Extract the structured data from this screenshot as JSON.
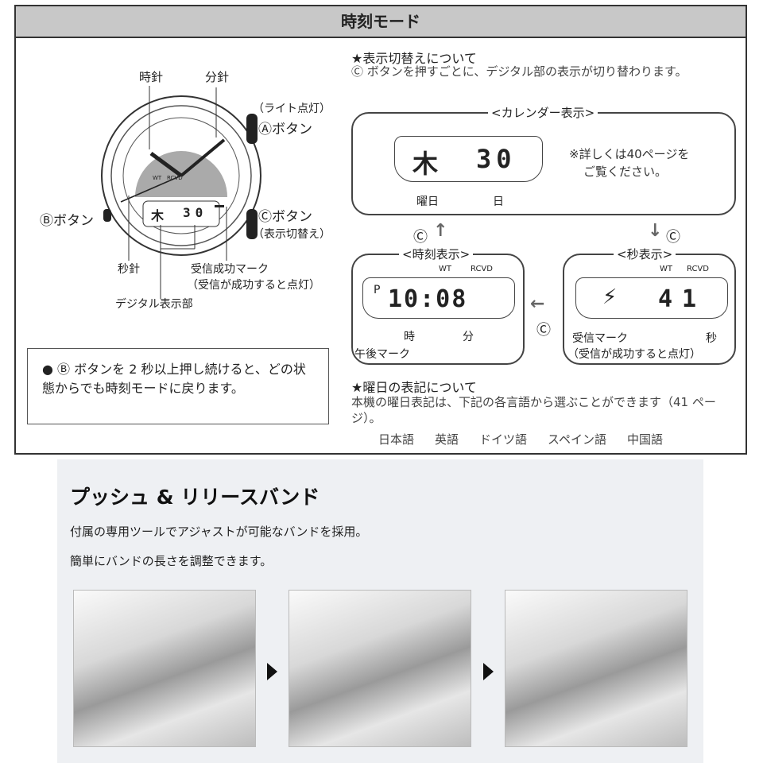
{
  "manual": {
    "title": "時刻モード",
    "watch_labels": {
      "hour_hand": "時針",
      "minute_hand": "分針",
      "light": "（ライト点灯）",
      "a_button": "Ⓐボタン",
      "b_button": "Ⓑボタン",
      "c_button": "Ⓒボタン",
      "c_sub": "（表示切替え）",
      "second_hand": "秒針",
      "rcvd_mark": "受信成功マーク",
      "rcvd_sub": "（受信が成功すると点灯）",
      "digital": "デジタル表示部",
      "lcd_day": "木",
      "lcd_date": "30",
      "wt": "WT",
      "rcvd": "RCVD"
    },
    "note": "● Ⓑ ボタンを 2 秒以上押し続けると、どの状態からでも時刻モードに戻ります。",
    "switch": {
      "heading": "★表示切替えについて",
      "text": "Ⓒ ボタンを押すごとに、デジタル部の表示が切り替わります。"
    },
    "calendar": {
      "title": "<カレンダー表示>",
      "day": "木",
      "date": "30",
      "label_day": "曜日",
      "label_date": "日",
      "note1": "※詳しくは40ページを",
      "note2": "ご覧ください。"
    },
    "time": {
      "title": "<時刻表示>",
      "pm": "P",
      "value": "10:08",
      "label_hour": "時",
      "label_min": "分",
      "label_pm": "午後マーク"
    },
    "seconds": {
      "title": "<秒表示>",
      "value": "41",
      "label_rcv": "受信マーク",
      "label_rcv_sub": "（受信が成功すると点灯）",
      "label_sec": "秒"
    },
    "c": "Ⓒ",
    "weekday": {
      "heading": "★曜日の表記について",
      "text": "本機の曜日表記は、下記の各言語から選ぶことができます（41 ページ）。",
      "languages": [
        "日本語",
        "英語",
        "ドイツ語",
        "スペイン語",
        "中国語"
      ]
    }
  },
  "feature": {
    "title": "プッシュ & リリースバンド",
    "line1": "付属の専用ツールでアジャストが可能なバンドを採用。",
    "line2": "簡単にバンドの長さを調整できます。"
  }
}
